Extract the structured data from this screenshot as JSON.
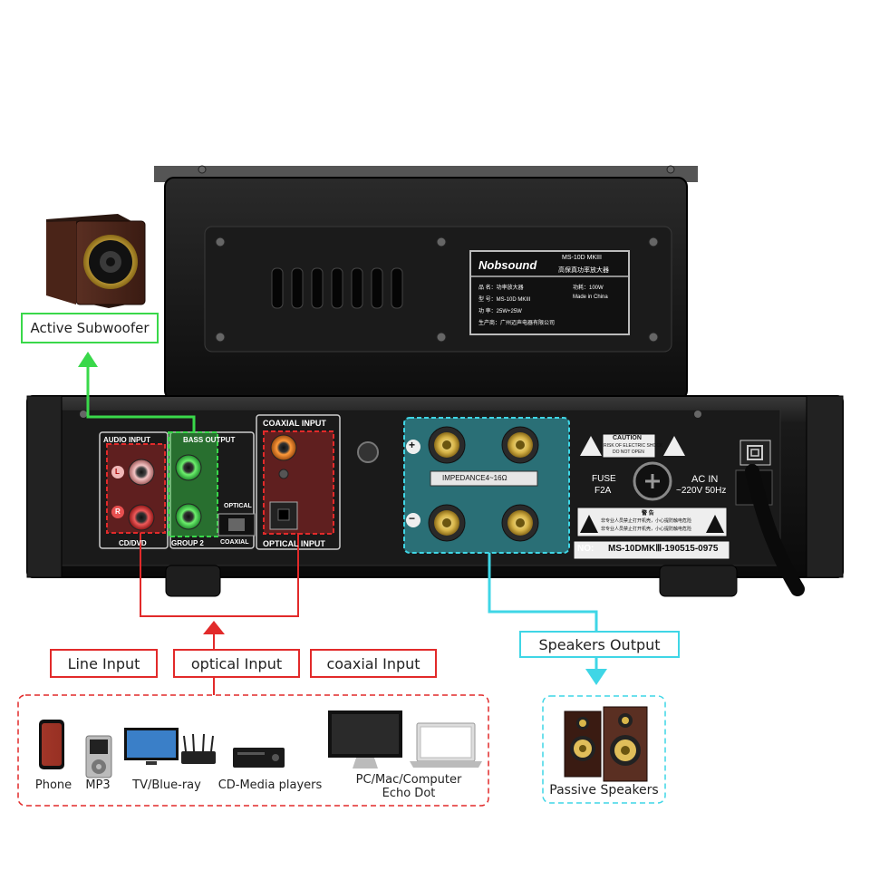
{
  "callouts": {
    "subwoofer": "Active Subwoofer",
    "line_input": "Line Input",
    "optical_input": "optical  Input",
    "coaxial_input": "coaxial  Input",
    "speakers_output": "Speakers Output",
    "passive_speakers": "Passive Speakers"
  },
  "nameplate": {
    "brand": "Nobsound",
    "model": "MS-10D MKIII",
    "model_cn": "高保真功率放大器",
    "row1_left": "品  名：功率放大器",
    "row1_right": "功耗：100W",
    "row2_left": "型  号：MS-10D MKIII",
    "row2_right": "Made in China",
    "row3_left": "功  率：25W+25W",
    "row4_left": "生产商：广州迈声电器有限公司"
  },
  "rear_panel": {
    "audio_input": "AUDIO INPUT",
    "bass_output": "BASS OUTPUT",
    "coaxial_input": "COAXIAL INPUT",
    "channel_l": "L",
    "channel_r": "R",
    "cd_dvd": "CD/DVD",
    "group2": "GROUP 2",
    "optical": "OPTICAL",
    "coaxial": "COAXIAL",
    "optical_input": "OPTICAL INPUT",
    "impedance": "IMPEDANCE4~16Ω",
    "plus": "+",
    "minus": "−",
    "caution_title": "CAUTION",
    "caution_line1": "RISK OF ELECTRIC SHOCK",
    "caution_line2": "DO NOT OPEN",
    "fuse": "FUSE",
    "fuse_value": "F2A",
    "ac_in": "AC IN",
    "ac_value": "~220V 50Hz",
    "warning_title": "警  告",
    "warning_line1": "非专业人员禁止打开机壳，小心提防触电危险",
    "warning_line2": "非专业人员禁止打开机壳，小心提防触电危险",
    "serial_label": "NO:",
    "serial_value": "MS-10DMKⅢ-190515-0975"
  },
  "devices": [
    {
      "name": "Phone"
    },
    {
      "name": "MP3"
    },
    {
      "name": "TV/Blue-ray"
    },
    {
      "name": "CD-Media players"
    },
    {
      "name": "PC/Mac/Computer\nEcho Dot"
    }
  ],
  "colors": {
    "green": "#39d84a",
    "red": "#e22a2a",
    "cyan": "#3fd6e6",
    "chassis": "#141414"
  }
}
